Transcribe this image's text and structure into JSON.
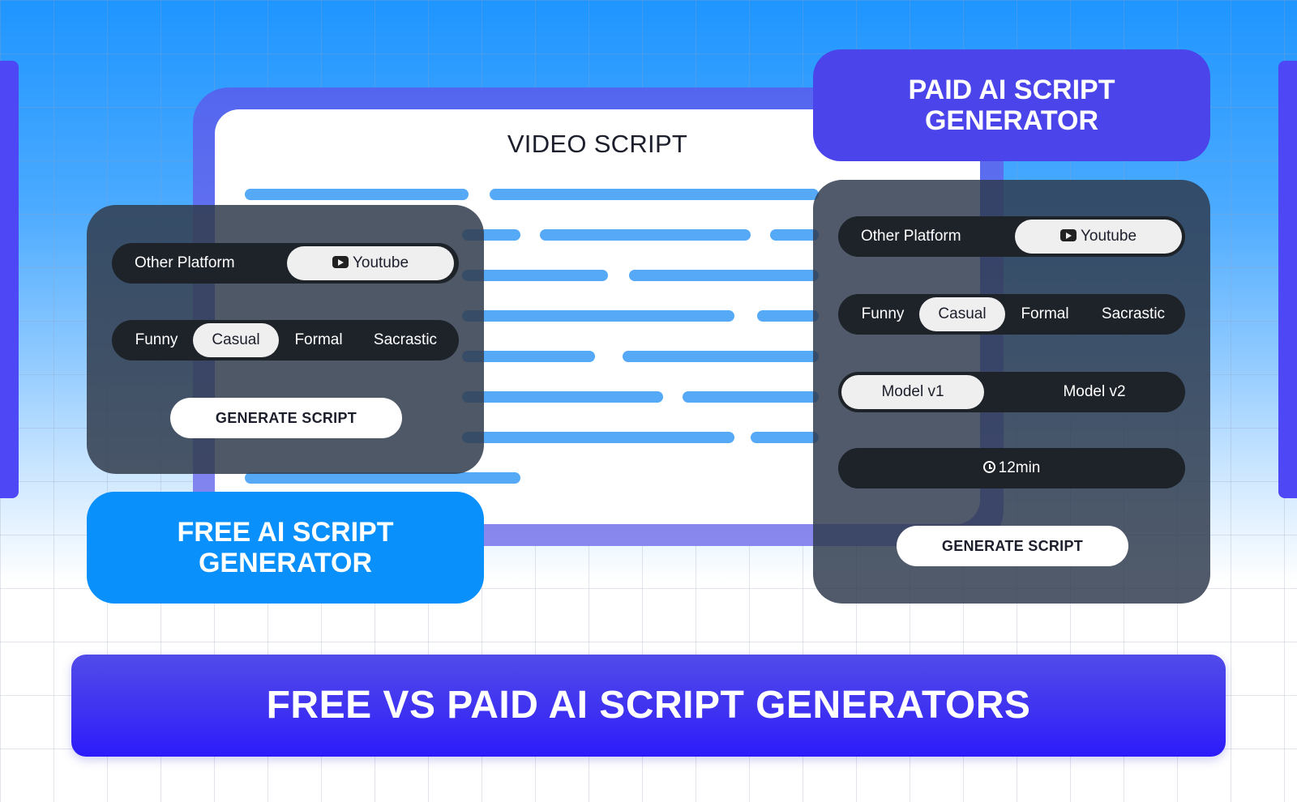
{
  "monitor": {
    "title": "VIDEO SCRIPT"
  },
  "free_generator": {
    "label": "FREE AI SCRIPT GENERATOR",
    "platform": {
      "other": "Other Platform",
      "selected": "Youtube"
    },
    "tones": [
      "Funny",
      "Casual",
      "Formal",
      "Sacrastic"
    ],
    "selected_tone": "Casual",
    "generate_label": "GENERATE SCRIPT"
  },
  "paid_generator": {
    "label": "PAID AI SCRIPT GENERATOR",
    "platform": {
      "other": "Other Platform",
      "selected": "Youtube"
    },
    "tones": [
      "Funny",
      "Casual",
      "Formal",
      "Sacrastic"
    ],
    "selected_tone": "Casual",
    "models": [
      "Model v1",
      "Model v2"
    ],
    "selected_model": "Model v1",
    "duration": "12min",
    "generate_label": "GENERATE SCRIPT"
  },
  "banner": {
    "title": "FREE VS PAID AI SCRIPT GENERATORS"
  },
  "colors": {
    "sky_blue": "#1f95ff",
    "monitor_frame": "#5466ef",
    "script_line": "#55a9f7",
    "panel_dark": "#323c4e",
    "free_label": "#0a90fb",
    "paid_label": "#4b44ea",
    "banner": "#3f32f1"
  },
  "icons": {
    "platform": "youtube-icon",
    "duration": "clock-icon"
  }
}
